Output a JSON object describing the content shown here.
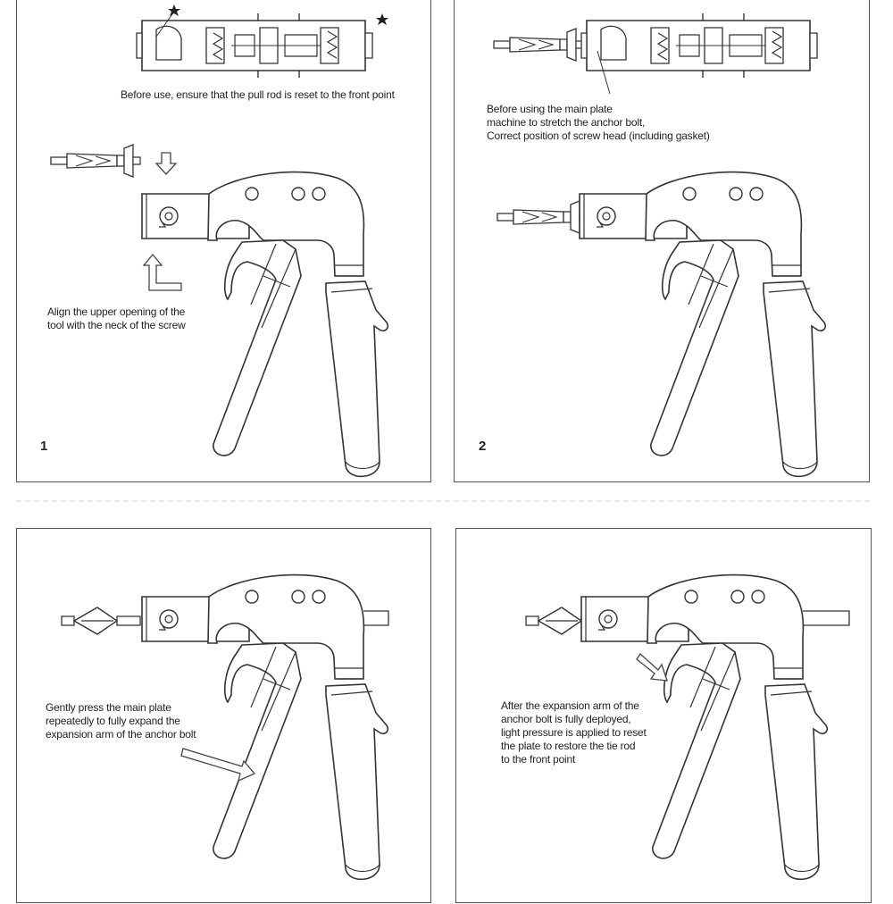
{
  "steps": [
    {
      "number": "1",
      "captions": [
        "Before use, ensure that the pull rod is reset to the front point",
        "Align the upper opening of the\ntool with the neck of the screw"
      ]
    },
    {
      "number": "2",
      "captions": [
        "Before using the main plate\nmachine to stretch the anchor bolt,\nCorrect position of screw head (including gasket)"
      ]
    },
    {
      "number": "",
      "captions": [
        "Gently press the main plate\nrepeatedly to fully expand the\nexpansion arm of the anchor bolt"
      ]
    },
    {
      "number": "",
      "captions": [
        "After the expansion arm of the\nanchor bolt is fully deployed,\nlight pressure is applied to reset\nthe plate to restore the tie rod\nto the front point"
      ]
    }
  ]
}
